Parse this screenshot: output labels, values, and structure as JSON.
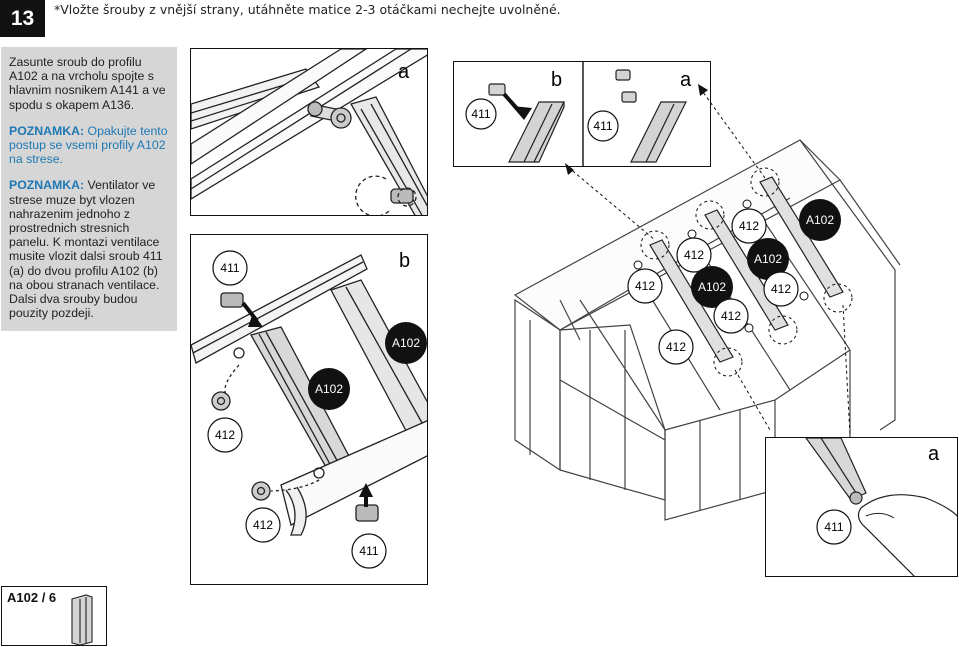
{
  "step": {
    "number": "13"
  },
  "top_note": "*Vložte šrouby z vnější strany, utáhněte matice 2-3 otáčkami nechejte uvolněné.",
  "instructions": {
    "main": "Zasunte sroub do profilu A102 a na vrcholu spojte s hlavnim nosnikem A141 a ve spodu s okapem A136.",
    "note1_label": "POZNAMKA:",
    "note1_text": " Opakujte tento postup se vsemi profily A102 na strese.",
    "note2_label": "POZNAMKA:",
    "note2_text": " Ventilator ve strese muze byt vlozen nahrazenim jednoho z prostrednich stresnich panelu. K montazi ventilace musite vlozit dalsi sroub 411 (a) do dvou profilu A102 (b) na obou stranach ventilace. Dalsi dva srouby budou pouzity pozdeji."
  },
  "labels": {
    "a": "a",
    "b": "b",
    "bolt": "411",
    "nut": "412",
    "profile": "A102"
  },
  "parts": {
    "label": "A102 / 6"
  }
}
